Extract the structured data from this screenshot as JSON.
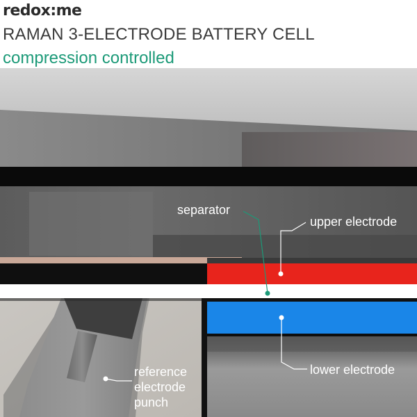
{
  "brand": {
    "logo_text": "redox:me"
  },
  "header": {
    "title": "RAMAN 3-ELECTRODE BATTERY CELL",
    "subtitle": "compression controlled"
  },
  "labels": {
    "separator": "separator",
    "upper_electrode": "upper electrode",
    "lower_electrode": "lower electrode",
    "reference_line1": "reference",
    "reference_line2": "electrode",
    "reference_line3": "punch"
  },
  "colors": {
    "accent": "#1c9a78",
    "upper_electrode": "#e8241c",
    "lower_electrode": "#1a86e8",
    "separator": "#ffffff",
    "label_dot": "#1c9a78"
  }
}
